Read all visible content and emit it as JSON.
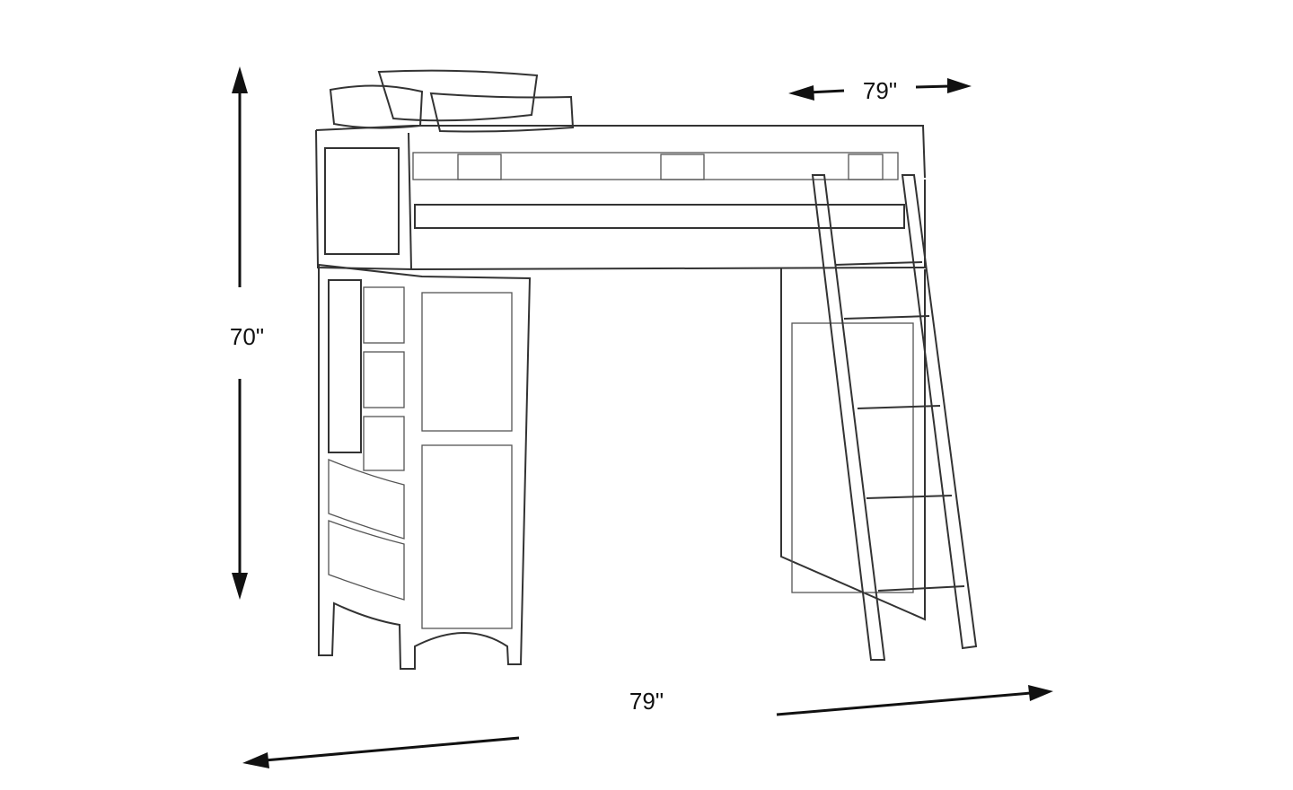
{
  "dimensions": {
    "height_label": "70\"",
    "depth_label": "79\"",
    "width_label": "79\""
  },
  "colors": {
    "line": "#333333",
    "dimension": "#111111",
    "background": "#ffffff"
  }
}
